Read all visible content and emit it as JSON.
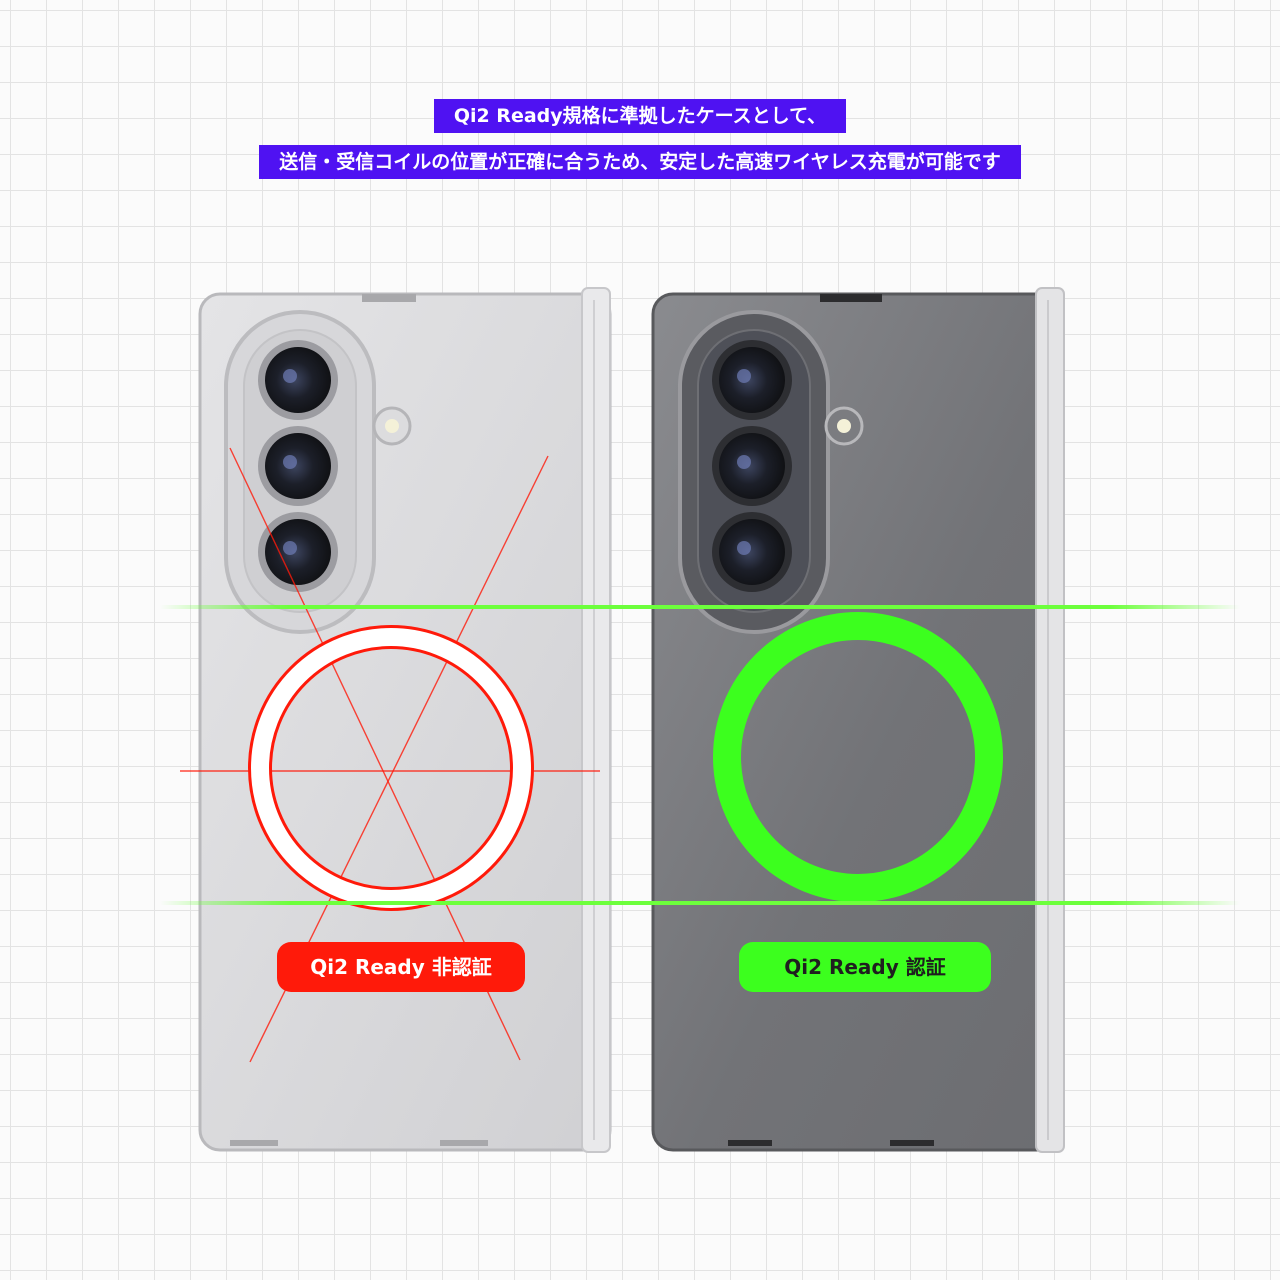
{
  "headline": {
    "line1": "Qi2 Ready規格に準拠したケースとして、",
    "line2": "送信・受信コイルの位置が正確に合うため、安定した高速ワイヤレス充電が可能です"
  },
  "badges": {
    "not_certified": "Qi2 Ready 非認証",
    "certified": "Qi2 Ready 認証"
  },
  "colors": {
    "headline_bg": "#4f12f2",
    "not_certified_red": "#ff1a0a",
    "certified_green": "#3cff1e",
    "guide_line_green": "#6dff3c"
  }
}
